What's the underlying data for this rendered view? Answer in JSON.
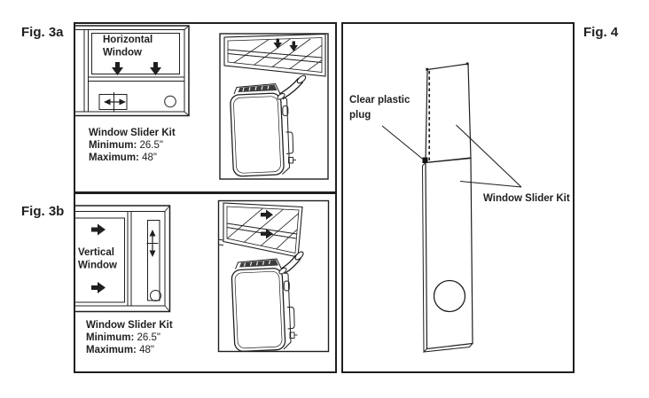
{
  "figures": {
    "fig3a": {
      "label": "Fig. 3a",
      "window_type": [
        "Horizontal",
        "Window"
      ],
      "spec": {
        "title": "Window Slider Kit",
        "minimum_label": "Minimum:",
        "minimum_value": "26.5\"",
        "maximum_label": "Maximum:",
        "maximum_value": "48\""
      }
    },
    "fig3b": {
      "label": "Fig. 3b",
      "window_type": [
        "Vertical",
        "Window"
      ],
      "spec": {
        "title": "Window Slider Kit",
        "minimum_label": "Minimum:",
        "minimum_value": "26.5\"",
        "maximum_label": "Maximum:",
        "maximum_value": "48\""
      }
    },
    "fig4": {
      "label": "Fig. 4",
      "callouts": {
        "plug": "Clear plastic plug",
        "kit": "Window Slider Kit"
      }
    }
  },
  "colors": {
    "line": "#1f1f1f",
    "background": "#ffffff"
  }
}
